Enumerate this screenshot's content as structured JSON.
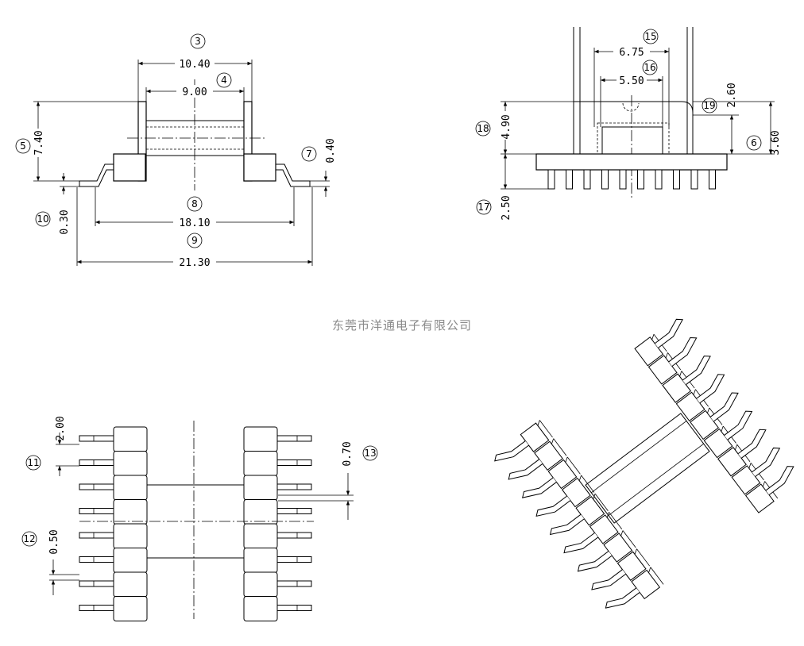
{
  "company": "东莞市洋通电子有限公司",
  "dimensions": {
    "d_10_40": "10.40",
    "d_9_00": "9.00",
    "d_7_40": "7.40",
    "d_0_40": "0.40",
    "d_0_30": "0.30",
    "d_18_10": "18.10",
    "d_21_30": "21.30",
    "d_6_75": "6.75",
    "d_5_50": "5.50",
    "d_2_60": "2.60",
    "d_4_90": "4.90",
    "d_3_60": "3.60",
    "d_2_50": "2.50",
    "d_2_00": "2.00",
    "d_0_70": "0.70",
    "d_0_50": "0.50"
  },
  "callouts": {
    "c3": "3",
    "c4": "4",
    "c5": "5",
    "c6": "6",
    "c7": "7",
    "c8": "8",
    "c9": "9",
    "c10": "10",
    "c11": "11",
    "c12": "12",
    "c13": "13",
    "c15": "15",
    "c16": "16",
    "c17": "17",
    "c18": "18",
    "c19": "19"
  }
}
